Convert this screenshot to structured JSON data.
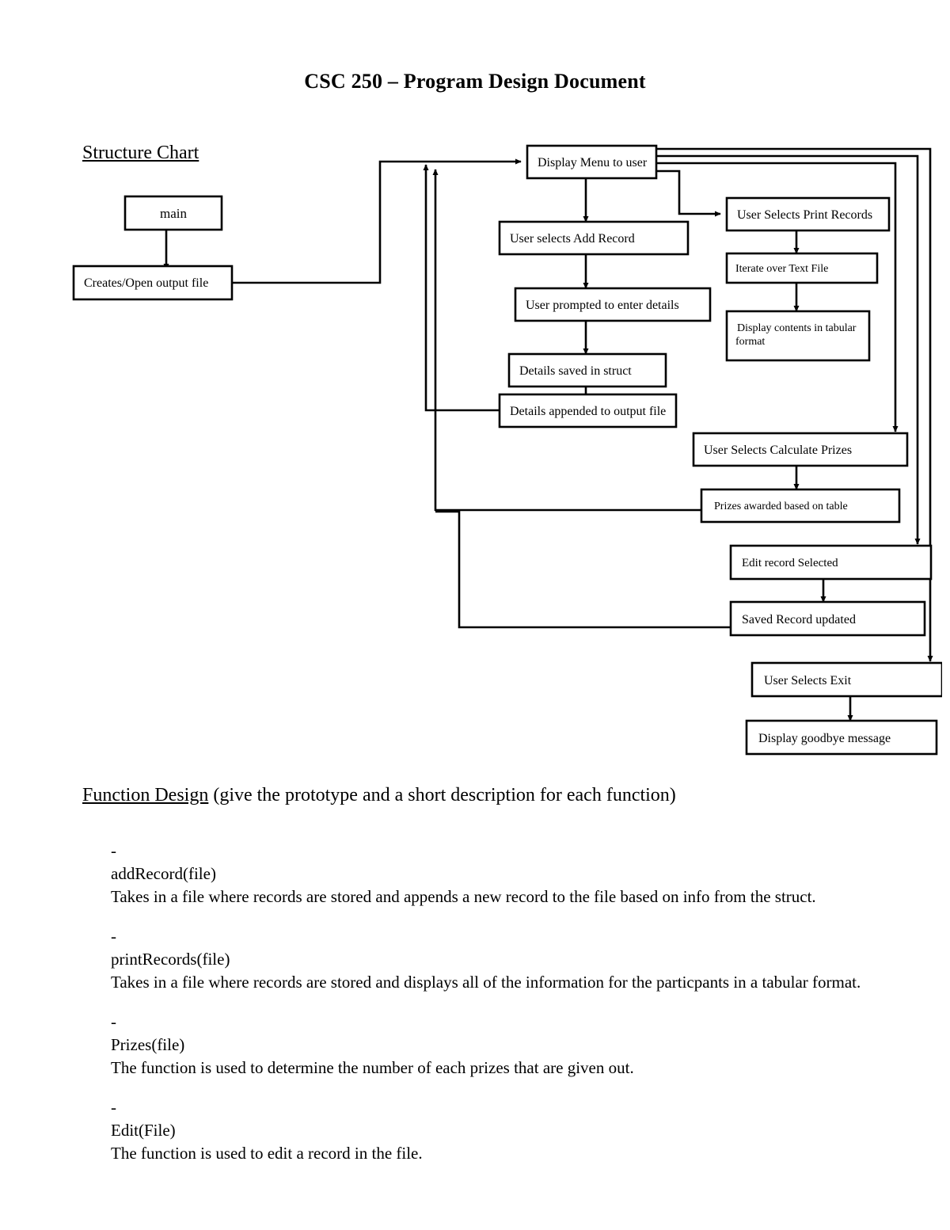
{
  "document": {
    "title": "CSC 250 – Program Design Document"
  },
  "sections": {
    "structure_chart": {
      "heading": "Structure Chart"
    },
    "function_design": {
      "heading_underlined": "Function Design",
      "heading_rest": " (give the prototype and a short description for each function)"
    }
  },
  "chart_data": {
    "type": "diagram",
    "title": "Structure Chart",
    "nodes": [
      {
        "id": "main",
        "label": "main"
      },
      {
        "id": "create_file",
        "label": "Creates/Open output file"
      },
      {
        "id": "display_menu",
        "label": "Display Menu to user"
      },
      {
        "id": "add_record",
        "label": "User selects Add Record"
      },
      {
        "id": "prompt_details",
        "label": "User prompted to enter details"
      },
      {
        "id": "save_struct",
        "label": "Details saved in struct"
      },
      {
        "id": "append_file",
        "label": "Details appended to output file"
      },
      {
        "id": "print_records",
        "label": "User Selects Print Records"
      },
      {
        "id": "iterate_file",
        "label": "Iterate over Text File"
      },
      {
        "id": "display_tabular",
        "label": "Display contents in tabular format"
      },
      {
        "id": "calc_prizes",
        "label": "User Selects Calculate Prizes"
      },
      {
        "id": "prizes_table",
        "label": "Prizes awarded based on table"
      },
      {
        "id": "edit_record",
        "label": "Edit record Selected"
      },
      {
        "id": "saved_updated",
        "label": "Saved Record updated"
      },
      {
        "id": "select_exit",
        "label": "User Selects Exit"
      },
      {
        "id": "goodbye",
        "label": "Display goodbye message"
      }
    ],
    "edges": [
      {
        "from": "main",
        "to": "create_file"
      },
      {
        "from": "create_file",
        "to": "display_menu"
      },
      {
        "from": "display_menu",
        "to": "add_record"
      },
      {
        "from": "add_record",
        "to": "prompt_details"
      },
      {
        "from": "prompt_details",
        "to": "save_struct"
      },
      {
        "from": "save_struct",
        "to": "append_file"
      },
      {
        "from": "append_file",
        "to": "display_menu"
      },
      {
        "from": "display_menu",
        "to": "print_records"
      },
      {
        "from": "print_records",
        "to": "iterate_file"
      },
      {
        "from": "iterate_file",
        "to": "display_tabular"
      },
      {
        "from": "display_menu",
        "to": "calc_prizes"
      },
      {
        "from": "calc_prizes",
        "to": "prizes_table"
      },
      {
        "from": "prizes_table",
        "to": "display_menu"
      },
      {
        "from": "display_menu",
        "to": "edit_record"
      },
      {
        "from": "edit_record",
        "to": "saved_updated"
      },
      {
        "from": "saved_updated",
        "to": "display_menu"
      },
      {
        "from": "display_menu",
        "to": "select_exit"
      },
      {
        "from": "select_exit",
        "to": "goodbye"
      }
    ]
  },
  "functions": [
    {
      "bullet": "-",
      "prototype": "addRecord(file)",
      "description": "Takes in a file where records are stored and appends a new record to the file  based on info from the struct."
    },
    {
      "bullet": "-",
      "prototype": "printRecords(file)",
      "description": "Takes in a file where records are stored and displays all of the information for the particpants in a tabular format."
    },
    {
      "bullet": "-",
      "prototype": "Prizes(file)",
      "description": "The function is used to determine the number of each prizes that are given out."
    },
    {
      "bullet": "-",
      "prototype": "Edit(File)",
      "description": "The function is used to edit a record in the file."
    }
  ]
}
